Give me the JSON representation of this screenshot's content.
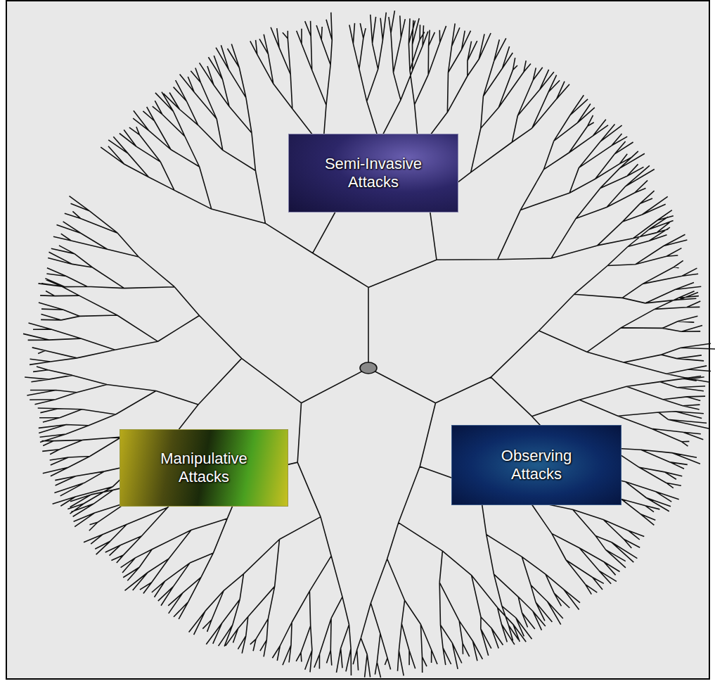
{
  "diagram": {
    "nodes": [
      {
        "text": [
          "Semi-Invasive Attacks"
        ]
      },
      {
        "text": [
          "Manipulative Attacks"
        ]
      },
      {
        "text": [
          "Observing Attacks"
        ]
      }
    ]
  }
}
